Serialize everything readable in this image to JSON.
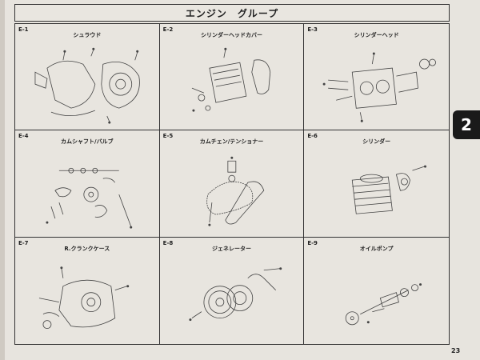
{
  "header": {
    "title": "エンジン　グループ"
  },
  "side_tab": {
    "label": "2"
  },
  "footer": {
    "page_number": "23"
  },
  "sections": [
    {
      "code": "E-1",
      "name": "シュラウド",
      "icon": "shroud-diagram"
    },
    {
      "code": "E-2",
      "name": "シリンダーヘッドカバー",
      "icon": "cylinder-head-cover-diagram"
    },
    {
      "code": "E-3",
      "name": "シリンダーヘッド",
      "icon": "cylinder-head-diagram"
    },
    {
      "code": "E-4",
      "name": "カムシャフト/バルブ",
      "icon": "camshaft-valve-diagram"
    },
    {
      "code": "E-5",
      "name": "カムチェン/テンショナー",
      "icon": "cam-chain-tensioner-diagram"
    },
    {
      "code": "E-6",
      "name": "シリンダー",
      "icon": "cylinder-diagram"
    },
    {
      "code": "E-7",
      "name": "R.クランクケース",
      "icon": "right-crankcase-diagram"
    },
    {
      "code": "E-8",
      "name": "ジェネレーター",
      "icon": "generator-diagram"
    },
    {
      "code": "E-9",
      "name": "オイルポンプ",
      "icon": "oil-pump-diagram"
    }
  ]
}
